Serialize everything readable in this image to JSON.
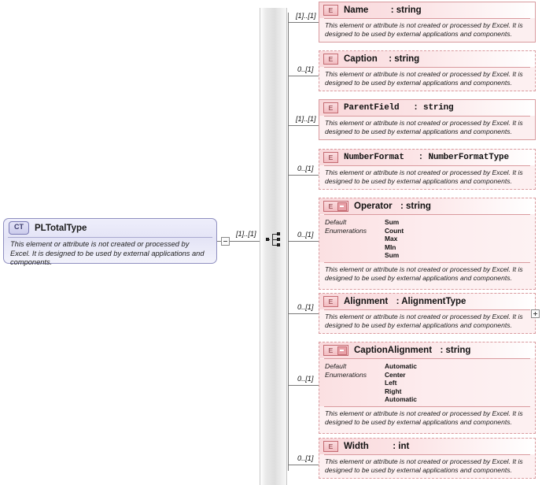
{
  "diagram": {
    "type": "xsd-schema",
    "doc_text": "This element or attribute is not created or processed by Excel. It is designed to be used by external applications and components.",
    "root": {
      "badge": "CT",
      "name": "PLTotalType",
      "doc": "This element or attribute is not created or processed by Excel. It is designed to be used by external applications and components.",
      "collapse_icon": "minus-icon"
    },
    "compositor": {
      "icon": "sequence-icon",
      "cardinality": "[1]..[1]"
    },
    "elements": [
      {
        "badge": "E",
        "name": "Name",
        "type": ": string",
        "cardinality": "[1]..[1]",
        "required": true,
        "mono": false,
        "doc": "This element or attribute is not created or processed by Excel. It is designed to be used by external applications and components."
      },
      {
        "badge": "E",
        "name": "Caption",
        "type": ": string",
        "cardinality": "0..[1]",
        "required": false,
        "mono": false,
        "doc": "This element or attribute is not created or processed by Excel. It is designed to be used by external applications and components."
      },
      {
        "badge": "E",
        "name": "ParentField",
        "type": ": string",
        "cardinality": "[1]..[1]",
        "required": true,
        "mono": true,
        "doc": "This element or attribute is not created or processed by Excel. It is designed to be used by external applications and components."
      },
      {
        "badge": "E",
        "name": "NumberFormat",
        "type": ": NumberFormatType",
        "cardinality": "0..[1]",
        "required": false,
        "mono": true,
        "doc": "This element or attribute is not created or processed by Excel. It is designed to be used by external applications and components."
      },
      {
        "badge": "E",
        "name": "Operator",
        "type": ": string",
        "cardinality": "0..[1]",
        "required": false,
        "mono": false,
        "has_enum": true,
        "enum_label_1": "Default",
        "enum_label_2": "Enumerations",
        "enumerations": [
          "Sum",
          "Count",
          "Max",
          "MIn",
          "Sum"
        ],
        "doc": "This element or attribute is not created or processed by Excel. It is designed to be used by external applications and components."
      },
      {
        "badge": "E",
        "name": "Alignment",
        "type": ": AlignmentType",
        "cardinality": "0..[1]",
        "required": false,
        "mono": false,
        "expander": "plus-icon",
        "doc": "This element or attribute is not created or processed by Excel. It is designed to be used by external applications and components."
      },
      {
        "badge": "E",
        "name": "CaptionAlignment",
        "type": ": string",
        "cardinality": "0..[1]",
        "required": false,
        "mono": false,
        "has_enum": true,
        "enum_label_1": "Default",
        "enum_label_2": "Enumerations",
        "enumerations": [
          "Automatic",
          "Center",
          "Left",
          "Right",
          "Automatic"
        ],
        "doc": "This element or attribute is not created or processed by Excel. It is designed to be used by external applications and components."
      },
      {
        "badge": "E",
        "name": "Width",
        "type": ": int",
        "cardinality": "0..[1]",
        "required": false,
        "mono": false,
        "doc": "This element or attribute is not created or processed by Excel. It is designed to be used by external applications and components."
      }
    ]
  },
  "colors": {
    "element_border": "#d99a9e",
    "element_fill": "#fdeff0",
    "root_border": "#8f8fc0",
    "root_fill": "#e4e4f6",
    "line": "#7a7a7a"
  }
}
